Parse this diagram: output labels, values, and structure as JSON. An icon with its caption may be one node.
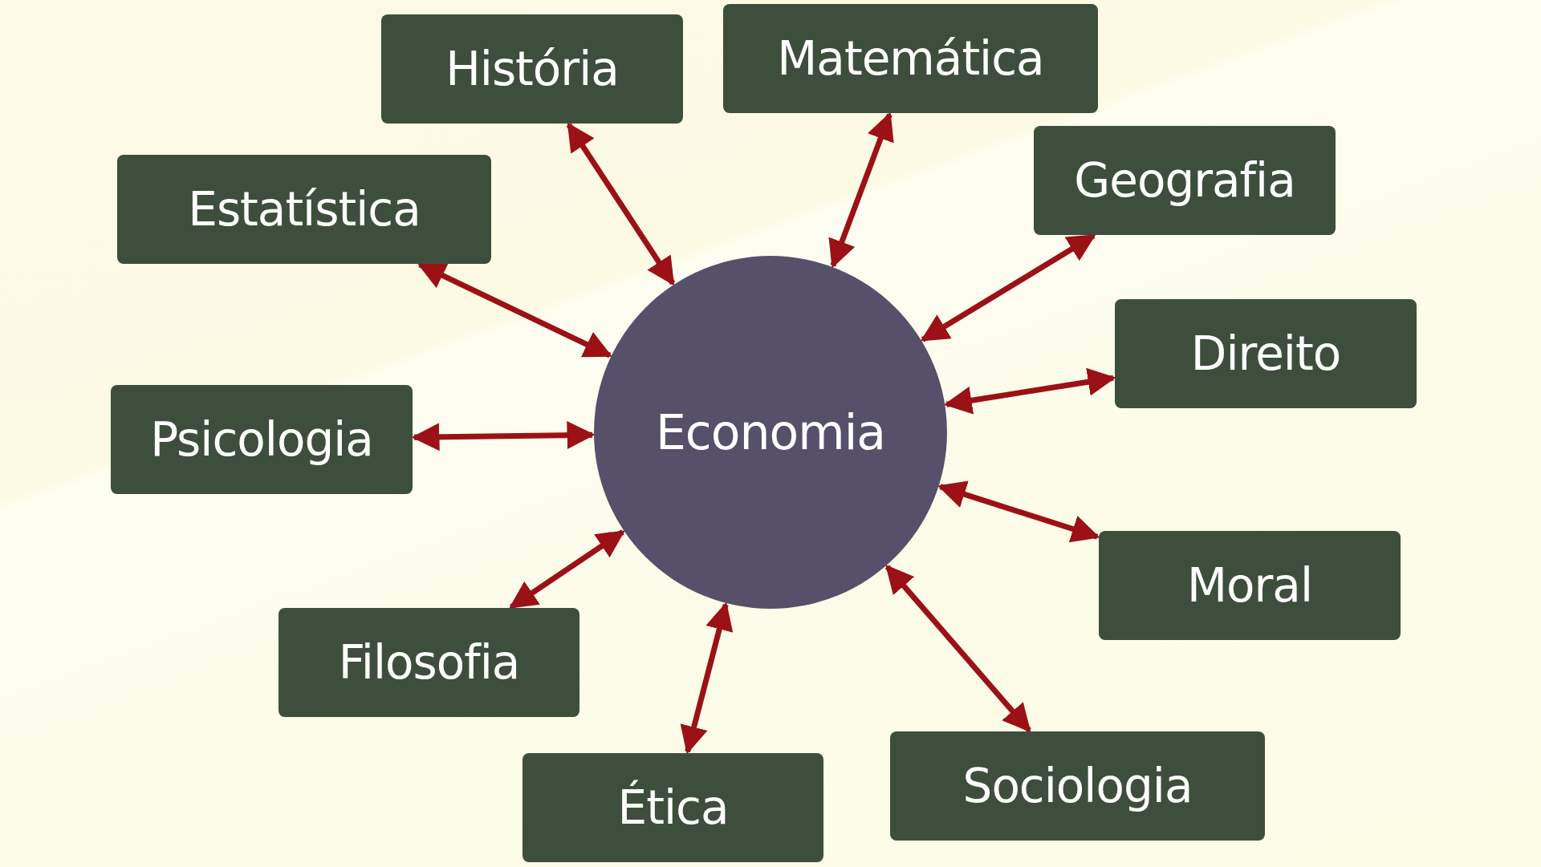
{
  "diagram": {
    "nodes": [
      {
        "text": [
          "Economia"
        ]
      },
      {
        "text": [
          "História"
        ]
      },
      {
        "text": [
          "Matemática"
        ]
      },
      {
        "text": [
          "Estatística"
        ]
      },
      {
        "text": [
          "Geografia"
        ]
      },
      {
        "text": [
          "Direito"
        ]
      },
      {
        "text": [
          "Psicologia"
        ]
      },
      {
        "text": [
          "Moral"
        ]
      },
      {
        "text": [
          "Filosofia"
        ]
      },
      {
        "text": [
          "Sociologia"
        ]
      },
      {
        "text": [
          "Ética"
        ]
      }
    ],
    "edges": [
      {
        "from": 0,
        "to": 1,
        "arrow": "both"
      },
      {
        "from": 0,
        "to": 2,
        "arrow": "both"
      },
      {
        "from": 0,
        "to": 3,
        "arrow": "both"
      },
      {
        "from": 0,
        "to": 4,
        "arrow": "both"
      },
      {
        "from": 0,
        "to": 5,
        "arrow": "both"
      },
      {
        "from": 0,
        "to": 6,
        "arrow": "both"
      },
      {
        "from": 0,
        "to": 7,
        "arrow": "both"
      },
      {
        "from": 0,
        "to": 8,
        "arrow": "both"
      },
      {
        "from": 0,
        "to": 9,
        "arrow": "both"
      },
      {
        "from": 0,
        "to": 10,
        "arrow": "both"
      }
    ]
  }
}
